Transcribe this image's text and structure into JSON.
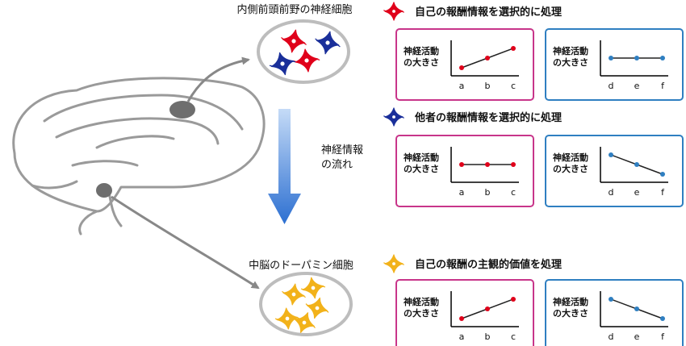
{
  "colors": {
    "brain": "#9a9a9a",
    "region": "#6e6e6e",
    "pink": "#c8358a",
    "blue": "#2f7fc1",
    "red": "#e0001a",
    "navy": "#1a2f9a",
    "gold": "#f2b21a",
    "arrow": "#888888",
    "flow_top": "#c5dbf7",
    "flow_bottom": "#2c6fd1"
  },
  "labels": {
    "mpfc": "内側前頭前野の神経細胞",
    "midbrain": "中脳のドーパミン細胞",
    "flow_line1": "神経情報",
    "flow_line2": "の流れ",
    "ylabel_line1": "神経活動",
    "ylabel_line2": "の大きさ"
  },
  "rows": [
    {
      "title": "自己の報酬情報を選択的に処理",
      "neuron_color": "red",
      "panels": [
        {
          "border": "pink",
          "marker": "red",
          "categories": [
            "a",
            "b",
            "c"
          ],
          "values": [
            1,
            2,
            3
          ]
        },
        {
          "border": "blue",
          "marker": "blue",
          "categories": [
            "d",
            "e",
            "f"
          ],
          "values": [
            2,
            2,
            2
          ]
        }
      ]
    },
    {
      "title": "他者の報酬情報を選択的に処理",
      "neuron_color": "navy",
      "panels": [
        {
          "border": "pink",
          "marker": "red",
          "categories": [
            "a",
            "b",
            "c"
          ],
          "values": [
            2,
            2,
            2
          ]
        },
        {
          "border": "blue",
          "marker": "blue",
          "categories": [
            "d",
            "e",
            "f"
          ],
          "values": [
            3,
            2,
            1
          ]
        }
      ]
    },
    {
      "title": "自己の報酬の主観的価値を処理",
      "neuron_color": "gold",
      "panels": [
        {
          "border": "pink",
          "marker": "red",
          "categories": [
            "a",
            "b",
            "c"
          ],
          "values": [
            1,
            2,
            3
          ]
        },
        {
          "border": "blue",
          "marker": "blue",
          "categories": [
            "d",
            "e",
            "f"
          ],
          "values": [
            3,
            2,
            1
          ]
        }
      ]
    }
  ]
}
